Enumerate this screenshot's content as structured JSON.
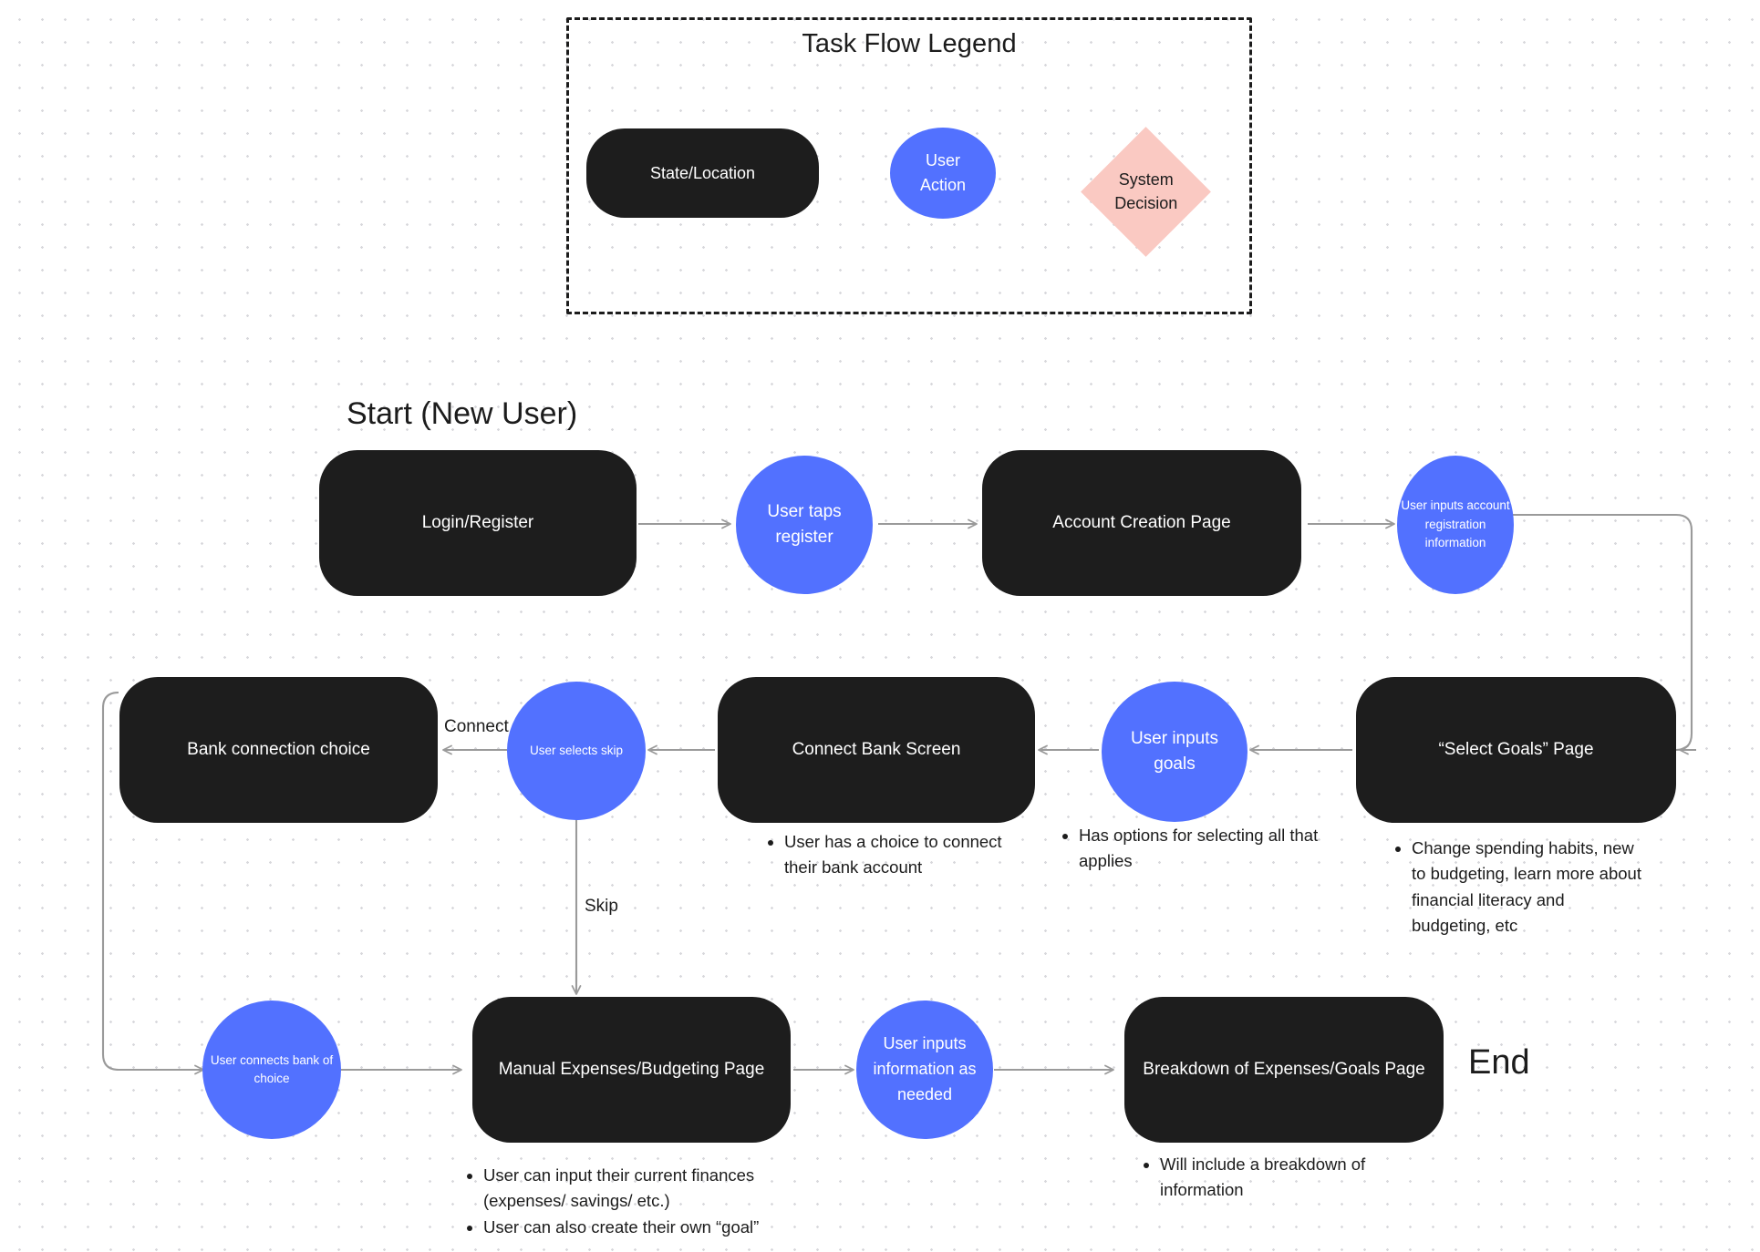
{
  "legend": {
    "title": "Task Flow Legend",
    "items": [
      {
        "shape": "rounded-rect",
        "label": "State/Location",
        "color": "#1d1d1d"
      },
      {
        "shape": "circle",
        "label": "User\nAction",
        "line1": "User",
        "line2": "Action",
        "color": "#5271FF"
      },
      {
        "shape": "diamond",
        "label": "System\nDecision",
        "line1": "System",
        "line2": "Decision",
        "color": "#FAC9C2"
      }
    ]
  },
  "headings": {
    "start": "Start (New User)",
    "end": "End"
  },
  "nodes": {
    "login_register": "Login/Register",
    "user_taps_register": "User taps\nregister",
    "user_taps_register_l1": "User taps",
    "user_taps_register_l2": "register",
    "account_creation_page": "Account Creation Page",
    "user_inputs_account_registration": "User inputs account registration information",
    "uiar_l1": "User inputs account",
    "uiar_l2": "registration",
    "uiar_l3": "information",
    "select_goals_page": "“Select Goals” Page",
    "user_inputs_goals_l1": "User inputs",
    "user_inputs_goals_l2": "goals",
    "connect_bank_screen": "Connect Bank Screen",
    "user_selects_skip": "User selects skip",
    "bank_connection_choice": "Bank connection choice",
    "user_connects_bank_l1": "User connects bank of",
    "user_connects_bank_l2": "choice",
    "manual_expenses_page": "Manual Expenses/Budgeting Page",
    "user_inputs_info_l1": "User inputs",
    "user_inputs_info_l2": "information as",
    "user_inputs_info_l3": "needed",
    "breakdown_page": "Breakdown of Expenses/Goals Page"
  },
  "edge_labels": {
    "connect": "Connect",
    "skip": "Skip"
  },
  "notes": {
    "connect_bank": [
      "User has a choice to connect their bank account"
    ],
    "user_inputs_goals": [
      "Has options for selecting all that applies"
    ],
    "select_goals": [
      "Change spending habits, new to budgeting, learn more about financial literacy and budgeting, etc"
    ],
    "manual_expenses": [
      "User can input their current finances (expenses/ savings/ etc.)",
      "User can also create their own “goal”"
    ],
    "breakdown": [
      "Will include a breakdown of information"
    ]
  },
  "colors": {
    "state_fill": "#1d1d1d",
    "action_fill": "#5271FF",
    "decision_fill": "#FAC9C2",
    "connector": "#9a9a9a",
    "text_dark": "#1c1c1c",
    "canvas": "#ffffff"
  }
}
